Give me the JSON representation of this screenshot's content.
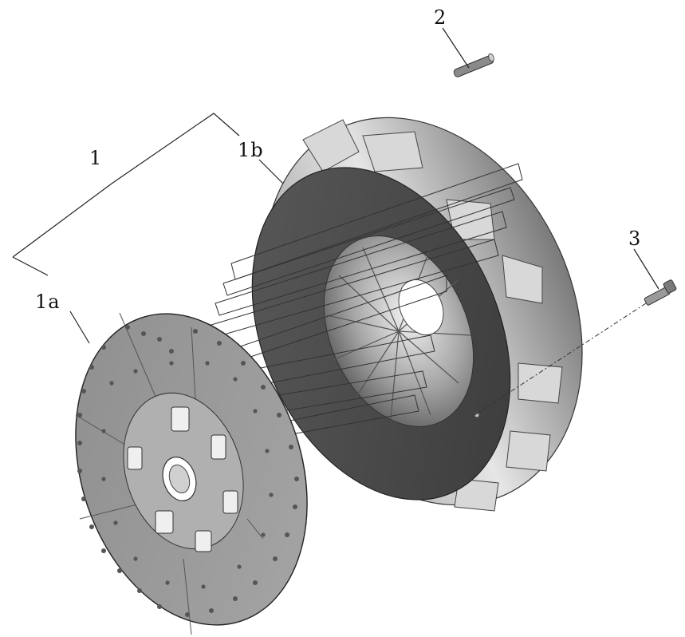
{
  "callouts": {
    "assembly": "1",
    "clutch_disc": "1a",
    "pressure_plate": "1b",
    "pin": "2",
    "bolt": "3"
  },
  "colors": {
    "ink": "#111111",
    "dark_face": "#4a4a4a",
    "mid_gray": "#8c8c8c",
    "light_gray": "#cfcfcf",
    "highlight": "#eeeeee"
  },
  "icons": {
    "pressure_plate": "pressure-plate-icon",
    "clutch_disc": "clutch-disc-icon",
    "pin": "pin-icon",
    "bolt": "bolt-icon"
  }
}
